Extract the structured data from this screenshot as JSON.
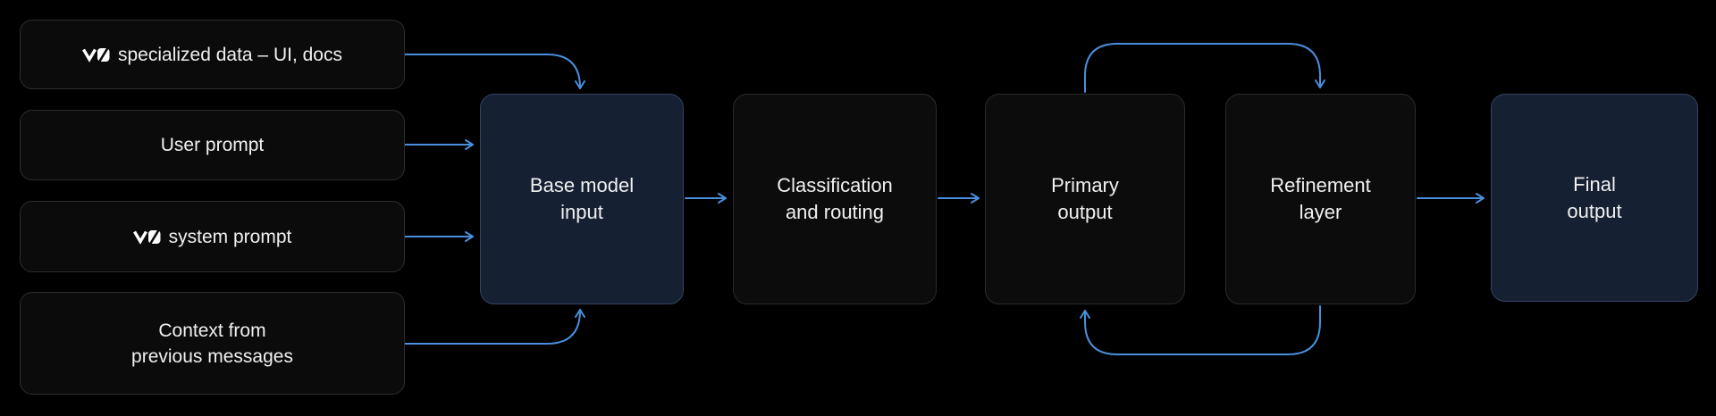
{
  "colors": {
    "background": "#000000",
    "node_fill": "#0b0b0b",
    "node_border": "#2e2e2e",
    "highlight_fill": "#152033",
    "highlight_border": "#33445f",
    "text": "#f0f0f0",
    "arrow": "#4a8fdd",
    "logo": "#ffffff"
  },
  "sources": [
    {
      "id": "v0-specialized-data",
      "icon": "v0-logo-icon",
      "icon_text": "v0",
      "label": "specialized data – UI, docs"
    },
    {
      "id": "user-prompt",
      "label": "User prompt"
    },
    {
      "id": "v0-system-prompt",
      "icon": "v0-logo-icon",
      "icon_text": "v0",
      "label": "system prompt"
    },
    {
      "id": "context-previous-messages",
      "label": "Context from\nprevious messages"
    }
  ],
  "stages": [
    {
      "id": "base-model-input",
      "label": "Base model\ninput",
      "variant": "highlight"
    },
    {
      "id": "classification-routing",
      "label": "Classification\nand routing",
      "variant": "default"
    },
    {
      "id": "primary-output",
      "label": "Primary\noutput",
      "variant": "default"
    },
    {
      "id": "refinement-layer",
      "label": "Refinement\nlayer",
      "variant": "default"
    },
    {
      "id": "final-output",
      "label": "Final\noutput",
      "variant": "highlight"
    }
  ],
  "edges": [
    {
      "from": "v0-specialized-data",
      "to": "base-model-input",
      "route": "elbow-into-top"
    },
    {
      "from": "user-prompt",
      "to": "base-model-input",
      "route": "straight"
    },
    {
      "from": "v0-system-prompt",
      "to": "base-model-input",
      "route": "straight"
    },
    {
      "from": "context-previous-messages",
      "to": "base-model-input",
      "route": "elbow-into-bottom"
    },
    {
      "from": "base-model-input",
      "to": "classification-routing",
      "route": "straight"
    },
    {
      "from": "classification-routing",
      "to": "primary-output",
      "route": "straight"
    },
    {
      "from": "primary-output",
      "to": "refinement-layer",
      "route": "loop-over-top"
    },
    {
      "from": "refinement-layer",
      "to": "primary-output",
      "route": "loop-under-bottom"
    },
    {
      "from": "refinement-layer",
      "to": "final-output",
      "route": "straight"
    }
  ]
}
